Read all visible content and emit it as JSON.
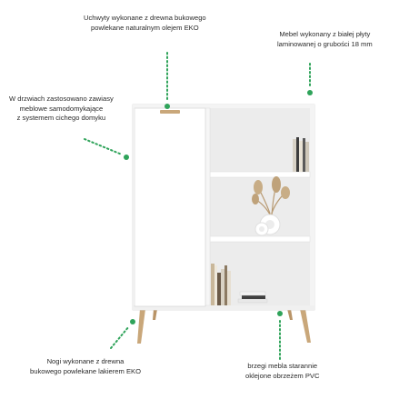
{
  "annotations": {
    "handles": [
      "Uchwyty wykonane z drewna bukowego",
      "powlekane naturalnym olejem EKO"
    ],
    "board": [
      "Mebel wykonany z białej płyty",
      "laminowanej o grubości 18 mm"
    ],
    "hinges": [
      "W drzwiach zastosowano zawiasy",
      "meblowe samodomykające",
      "z systemem cichego domyku"
    ],
    "legs": [
      "Nogi wykonane z drewna",
      "bukowego powlekane lakierem EKO"
    ],
    "edges": [
      "brzegi mebla starannie",
      "oklejone obrzeżem PVC"
    ]
  },
  "colors": {
    "accent": "#2fa35a",
    "cabinet_white": "#ffffff",
    "cabinet_shadow": "#e6e6e6",
    "wood": "#c9a77a"
  },
  "icons": {
    "marker": "green-dot-icon",
    "leader": "dotted-leader-line"
  }
}
